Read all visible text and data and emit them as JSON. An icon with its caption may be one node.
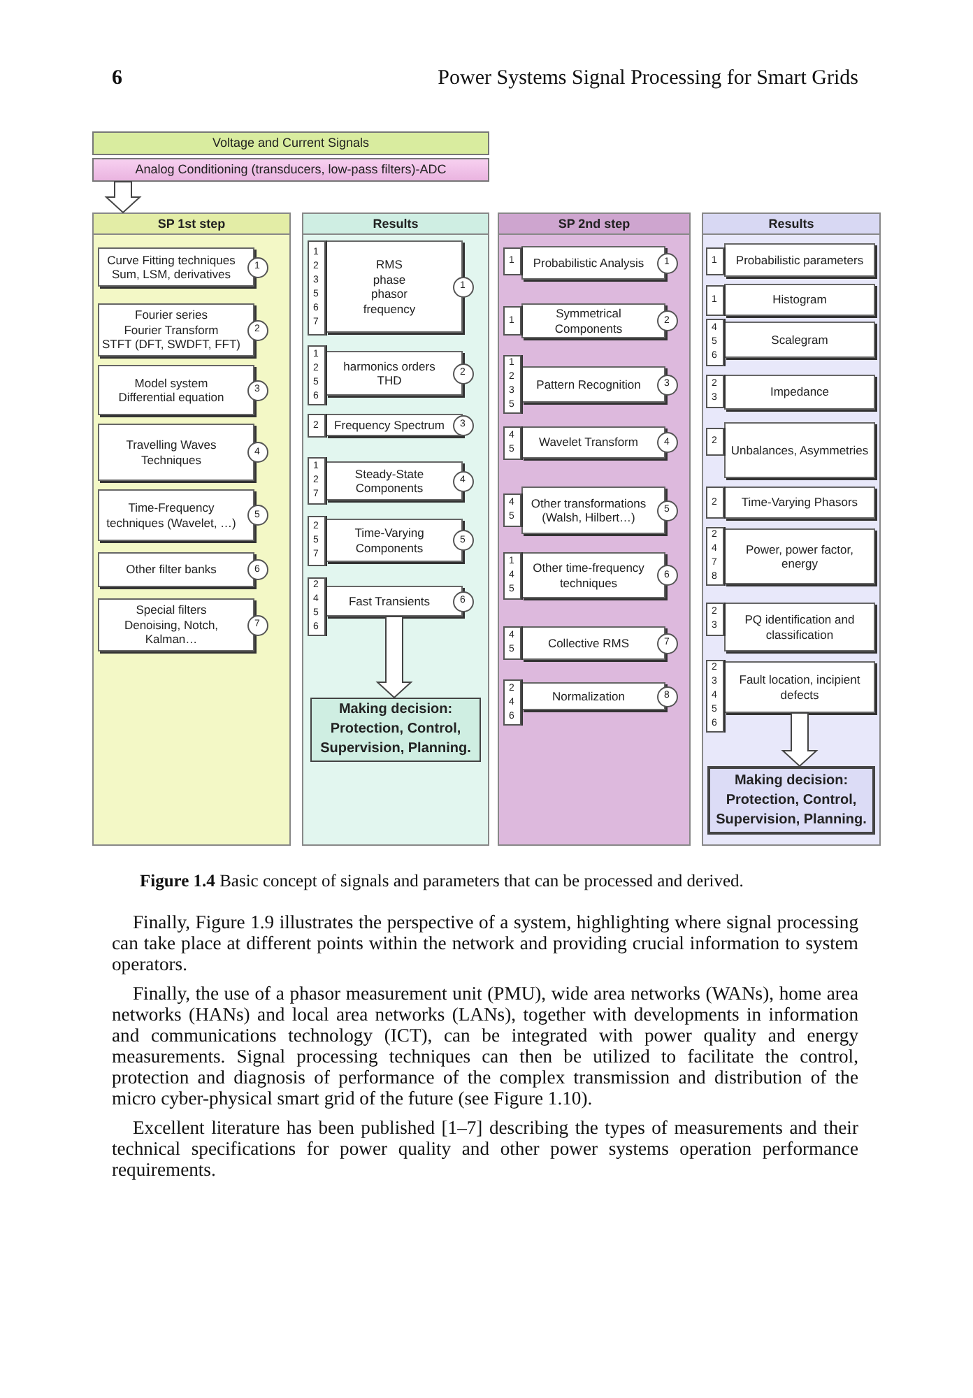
{
  "diagram": {
    "caption": "**Figure 1.4** Basic concept of signals and parameters that can be processed and derived.",
    "nodes": [
      {
        "text": [
          "Voltage and Current Signals"
        ]
      },
      {
        "text": [
          "Analog Conditioning (transducers, low-pass filters)-ADC"
        ]
      },
      {
        "text": [
          "SP 1st step"
        ]
      },
      {
        "text": [
          "Curve Fitting techniques",
          "Sum, LSM, derivatives"
        ],
        "in": 2
      },
      {
        "text": [
          "1"
        ],
        "in": 2
      },
      {
        "text": [
          "Fourier series",
          "Fourier Transform",
          "STFT (DFT, SWDFT, FFT)"
        ],
        "in": 2
      },
      {
        "text": [
          "2"
        ],
        "in": 2
      },
      {
        "text": [
          "Model system",
          "Differential equation"
        ],
        "in": 2
      },
      {
        "text": [
          "3"
        ],
        "in": 2
      },
      {
        "text": [
          "Travelling Waves Techniques"
        ],
        "in": 2
      },
      {
        "text": [
          "4"
        ],
        "in": 2
      },
      {
        "text": [
          "Time-Frequency techniques (Wavelet, …)"
        ],
        "in": 2
      },
      {
        "text": [
          "5"
        ],
        "in": 2
      },
      {
        "text": [
          "Other filter banks"
        ],
        "in": 2
      },
      {
        "text": [
          "6"
        ],
        "in": 2
      },
      {
        "text": [
          "Special filters",
          "Denoising, Notch, Kalman…"
        ],
        "in": 2
      },
      {
        "text": [
          "7"
        ],
        "in": 2
      },
      {
        "text": [
          "Results"
        ]
      },
      {
        "text": [
          "1 2 3 5 6 7"
        ],
        "in": 17
      },
      {
        "text": [
          "RMS",
          "phase",
          "phasor",
          "frequency"
        ],
        "in": 17
      },
      {
        "text": [
          "1"
        ],
        "in": 17
      },
      {
        "text": [
          "1 2 5 6"
        ],
        "in": 17
      },
      {
        "text": [
          "harmonics orders",
          "THD"
        ],
        "in": 17
      },
      {
        "text": [
          "2"
        ],
        "in": 17
      },
      {
        "text": [
          "2"
        ],
        "in": 17
      },
      {
        "text": [
          "Frequency Spectrum"
        ],
        "in": 17
      },
      {
        "text": [
          "3"
        ],
        "in": 17
      },
      {
        "text": [
          "1 2 7"
        ],
        "in": 17
      },
      {
        "text": [
          "Steady-State Components"
        ],
        "in": 17
      },
      {
        "text": [
          "4"
        ],
        "in": 17
      },
      {
        "text": [
          "2 5 7"
        ],
        "in": 17
      },
      {
        "text": [
          "Time-Varying Components"
        ],
        "in": 17
      },
      {
        "text": [
          "5"
        ],
        "in": 17
      },
      {
        "text": [
          "2 4 5 6"
        ],
        "in": 17
      },
      {
        "text": [
          "Fast Transients"
        ],
        "in": 17
      },
      {
        "text": [
          "6"
        ],
        "in": 17
      },
      {
        "text": [
          "Making decision: Protection, Control, Supervision, Planning."
        ],
        "in": 17
      },
      {
        "text": [
          "SP 2nd step"
        ]
      },
      {
        "text": [
          "1"
        ],
        "in": 37
      },
      {
        "text": [
          "Probabilistic Analysis"
        ],
        "in": 37
      },
      {
        "text": [
          "1"
        ],
        "in": 37
      },
      {
        "text": [
          "1"
        ],
        "in": 37
      },
      {
        "text": [
          "Symmetrical Components"
        ],
        "in": 37
      },
      {
        "text": [
          "2"
        ],
        "in": 37
      },
      {
        "text": [
          "1 2 3 5"
        ],
        "in": 37
      },
      {
        "text": [
          "Pattern Recognition"
        ],
        "in": 37
      },
      {
        "text": [
          "3"
        ],
        "in": 37
      },
      {
        "text": [
          "4 5"
        ],
        "in": 37
      },
      {
        "text": [
          "Wavelet Transform"
        ],
        "in": 37
      },
      {
        "text": [
          "4"
        ],
        "in": 37
      },
      {
        "text": [
          "4 5"
        ],
        "in": 37
      },
      {
        "text": [
          "Other transformations (Walsh, Hilbert…)"
        ],
        "in": 37
      },
      {
        "text": [
          "5"
        ],
        "in": 37
      },
      {
        "text": [
          "1 4 5"
        ],
        "in": 37
      },
      {
        "text": [
          "Other time-frequency techniques"
        ],
        "in": 37
      },
      {
        "text": [
          "6"
        ],
        "in": 37
      },
      {
        "text": [
          "4 5"
        ],
        "in": 37
      },
      {
        "text": [
          "Collective RMS"
        ],
        "in": 37
      },
      {
        "text": [
          "7"
        ],
        "in": 37
      },
      {
        "text": [
          "2 4 6"
        ],
        "in": 37
      },
      {
        "text": [
          "Normalization"
        ],
        "in": 37
      },
      {
        "text": [
          "8"
        ],
        "in": 37
      },
      {
        "text": [
          "Results"
        ]
      },
      {
        "text": [
          "1"
        ],
        "in": 62
      },
      {
        "text": [
          "Probabilistic parameters"
        ],
        "in": 62
      },
      {
        "text": [
          "1"
        ],
        "in": 62
      },
      {
        "text": [
          "Histogram"
        ],
        "in": 62
      },
      {
        "text": [
          "4 5 6"
        ],
        "in": 62
      },
      {
        "text": [
          "Scalegram"
        ],
        "in": 62
      },
      {
        "text": [
          "2 3"
        ],
        "in": 62
      },
      {
        "text": [
          "Impedance"
        ],
        "in": 62
      },
      {
        "text": [
          "2"
        ],
        "in": 62
      },
      {
        "text": [
          "Unbalances, Asymmetries"
        ],
        "in": 62
      },
      {
        "text": [
          "2"
        ],
        "in": 62
      },
      {
        "text": [
          "Time-Varying Phasors"
        ],
        "in": 62
      },
      {
        "text": [
          "2 4 7 8"
        ],
        "in": 62
      },
      {
        "text": [
          "Power, power factor, energy"
        ],
        "in": 62
      },
      {
        "text": [
          "2 3"
        ],
        "in": 62
      },
      {
        "text": [
          "PQ identification and classification"
        ],
        "in": 62
      },
      {
        "text": [
          "2 3 4 5 6"
        ],
        "in": 62
      },
      {
        "text": [
          "Fault location, incipient defects"
        ],
        "in": 62
      },
      {
        "text": [
          "Making decision: Protection, Control, Supervision, Planning."
        ],
        "in": 62
      }
    ],
    "edges": [
      {
        "from": 1,
        "to": 2,
        "arrow": "to"
      },
      {
        "from": 34,
        "to": 36,
        "arrow": "to"
      },
      {
        "from": 80,
        "to": 81,
        "arrow": "to"
      }
    ],
    "labels": [
      "6",
      "Power Systems Signal Processing for Smart Grids",
      "Finally, Figure 1.9 illustrates the perspective of a system, highlighting where signal processing can take place at different points within the network and providing crucial information to system operators.",
      "Finally, the use of a phasor measurement unit (PMU), wide area networks (WANs), home area networks (HANs) and local area networks (LANs), together with developments in information and communications technology (ICT), can be integrated with power quality and energy measurements. Signal processing techniques can then be utilized to facilitate the control, protection and diagnosis of performance of the complex transmission and distribution of the micro cyber-physical smart grid of the future (see Figure 1.10).",
      "Excellent literature has been published [1–7] describing the types of measurements and their technical specifications for power quality and other power systems operation performance requirements."
    ]
  }
}
